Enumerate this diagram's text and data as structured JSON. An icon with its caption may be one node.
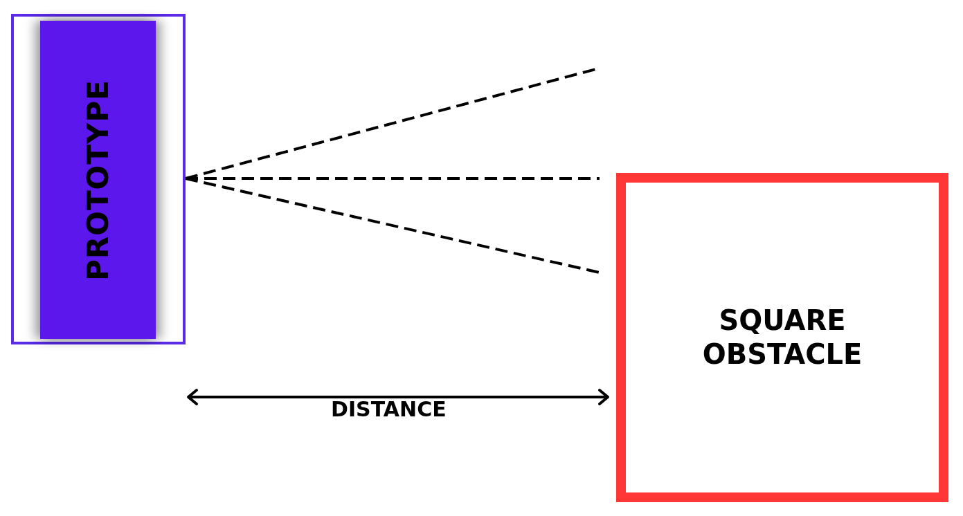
{
  "diagram": {
    "nodes": [
      {
        "text": [
          "PROTOTYPE"
        ]
      },
      {
        "text": [
          "SQUARE OBSTACLE"
        ]
      }
    ],
    "labels": [
      "DISTANCE"
    ]
  }
}
